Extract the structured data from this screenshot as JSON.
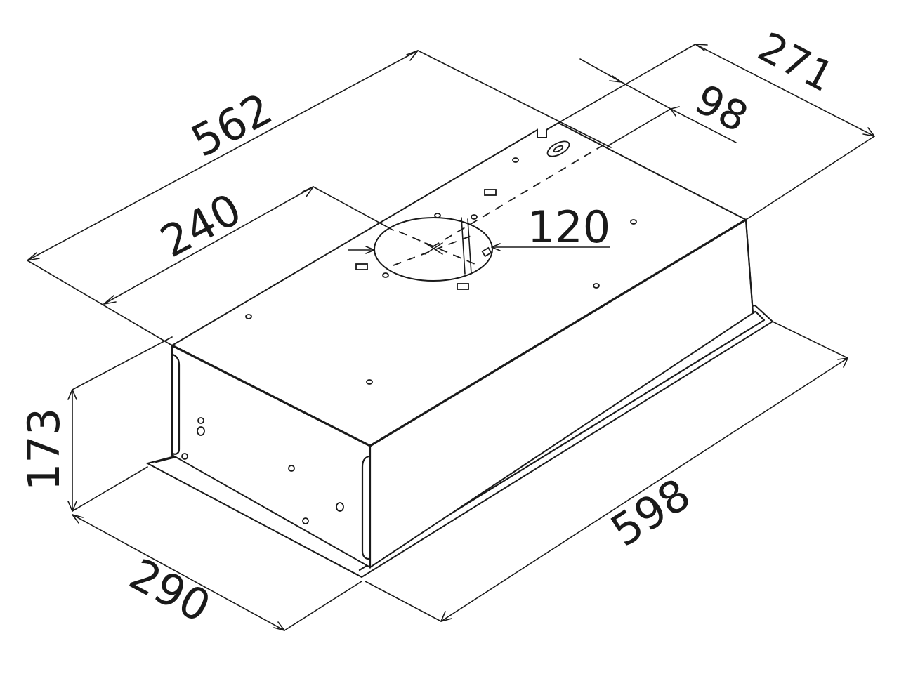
{
  "drawing": {
    "dimensions": {
      "length_top": "562",
      "duct_offset": "240",
      "duct_diameter": "120",
      "slot_offset": "98",
      "depth_top": "271",
      "height": "173",
      "depth_bottom": "290",
      "length_bottom": "598"
    }
  }
}
